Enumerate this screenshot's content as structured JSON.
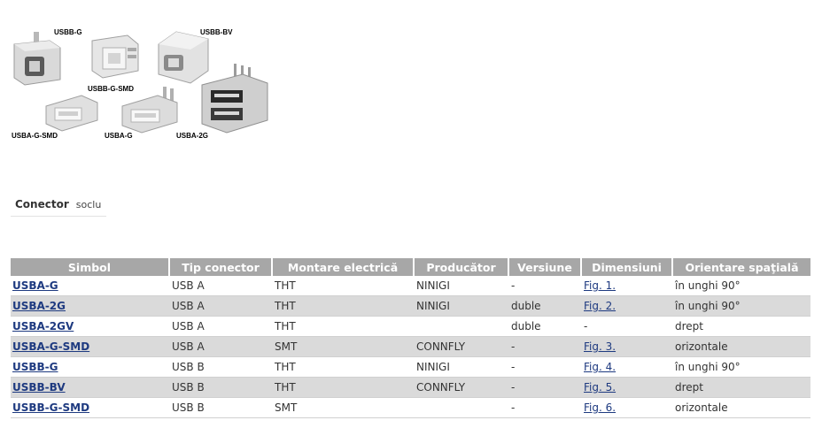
{
  "photo": {
    "labels": {
      "usbb_g": "USBB-G",
      "usbb_bv": "USBB-BV",
      "usbb_g_smd": "USBB-G-SMD",
      "usba_g_smd": "USBA-G-SMD",
      "usba_g": "USBA-G",
      "usba_2g": "USBA-2G"
    }
  },
  "filter": {
    "label": "Conector",
    "value": "soclu"
  },
  "table": {
    "headers": [
      "Simbol",
      "Tip conector",
      "Montare electrică",
      "Producător",
      "Versiune",
      "Dimensiuni",
      "Orientare spaţială"
    ],
    "rows": [
      {
        "simbol": "USBA-G",
        "tip": "USB A",
        "montare": "THT",
        "producator": "NINIGI",
        "versiune": "-",
        "dimensiuni": "Fig. 1.",
        "orientare": "în unghi 90°"
      },
      {
        "simbol": "USBA-2G",
        "tip": "USB A",
        "montare": "THT",
        "producator": "NINIGI",
        "versiune": "duble",
        "dimensiuni": "Fig. 2.",
        "orientare": "în unghi 90°"
      },
      {
        "simbol": "USBA-2GV",
        "tip": "USB A",
        "montare": "THT",
        "producator": "",
        "versiune": "duble",
        "dimensiuni": "-",
        "orientare": "drept"
      },
      {
        "simbol": "USBA-G-SMD",
        "tip": "USB A",
        "montare": "SMT",
        "producator": "CONNFLY",
        "versiune": "-",
        "dimensiuni": "Fig. 3.",
        "orientare": "orizontale"
      },
      {
        "simbol": "USBB-G",
        "tip": "USB B",
        "montare": "THT",
        "producator": "NINIGI",
        "versiune": "-",
        "dimensiuni": "Fig. 4.",
        "orientare": "în unghi 90°"
      },
      {
        "simbol": "USBB-BV",
        "tip": "USB B",
        "montare": "THT",
        "producator": "CONNFLY",
        "versiune": "-",
        "dimensiuni": "Fig. 5.",
        "orientare": "drept"
      },
      {
        "simbol": "USBB-G-SMD",
        "tip": "USB B",
        "montare": "SMT",
        "producator": "",
        "versiune": "-",
        "dimensiuni": "Fig. 6.",
        "orientare": "orizontale"
      }
    ]
  }
}
